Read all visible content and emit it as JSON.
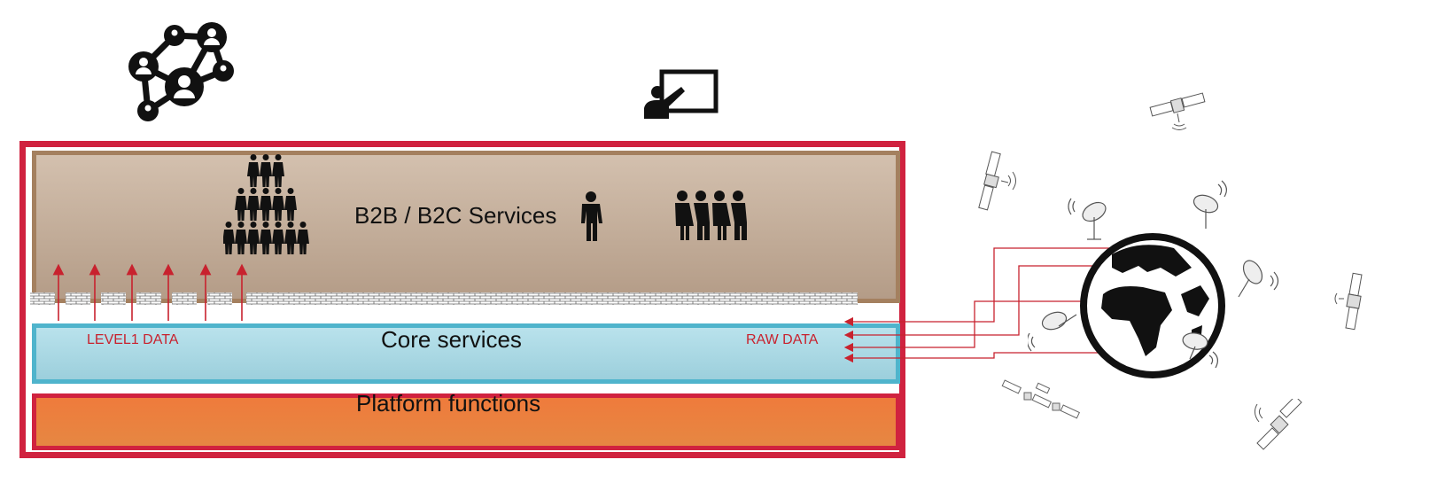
{
  "layers": {
    "b2b": {
      "label": "B2B / B2C Services",
      "fill": "#c9b4a0",
      "border": "#a4805f"
    },
    "core": {
      "label": "Core services",
      "fill": "#a9d9e4",
      "border": "#4fb4cc"
    },
    "platform": {
      "label": "Platform functions",
      "fill": "#ea7f3f",
      "border": "#d0223f"
    }
  },
  "annotations": {
    "level1": "LEVEL1 DATA",
    "raw": "RAW DATA"
  },
  "icons": [
    "social-network-icon",
    "teacher-presentation-icon",
    "crowd-pyramid-icon",
    "single-person-icon",
    "four-people-icon",
    "earth-globe-icon",
    "satellite-icon",
    "satellite-dish-icon",
    "firewall-icon"
  ],
  "colors": {
    "frame": "#d0223f",
    "arrow": "#c8222e"
  }
}
